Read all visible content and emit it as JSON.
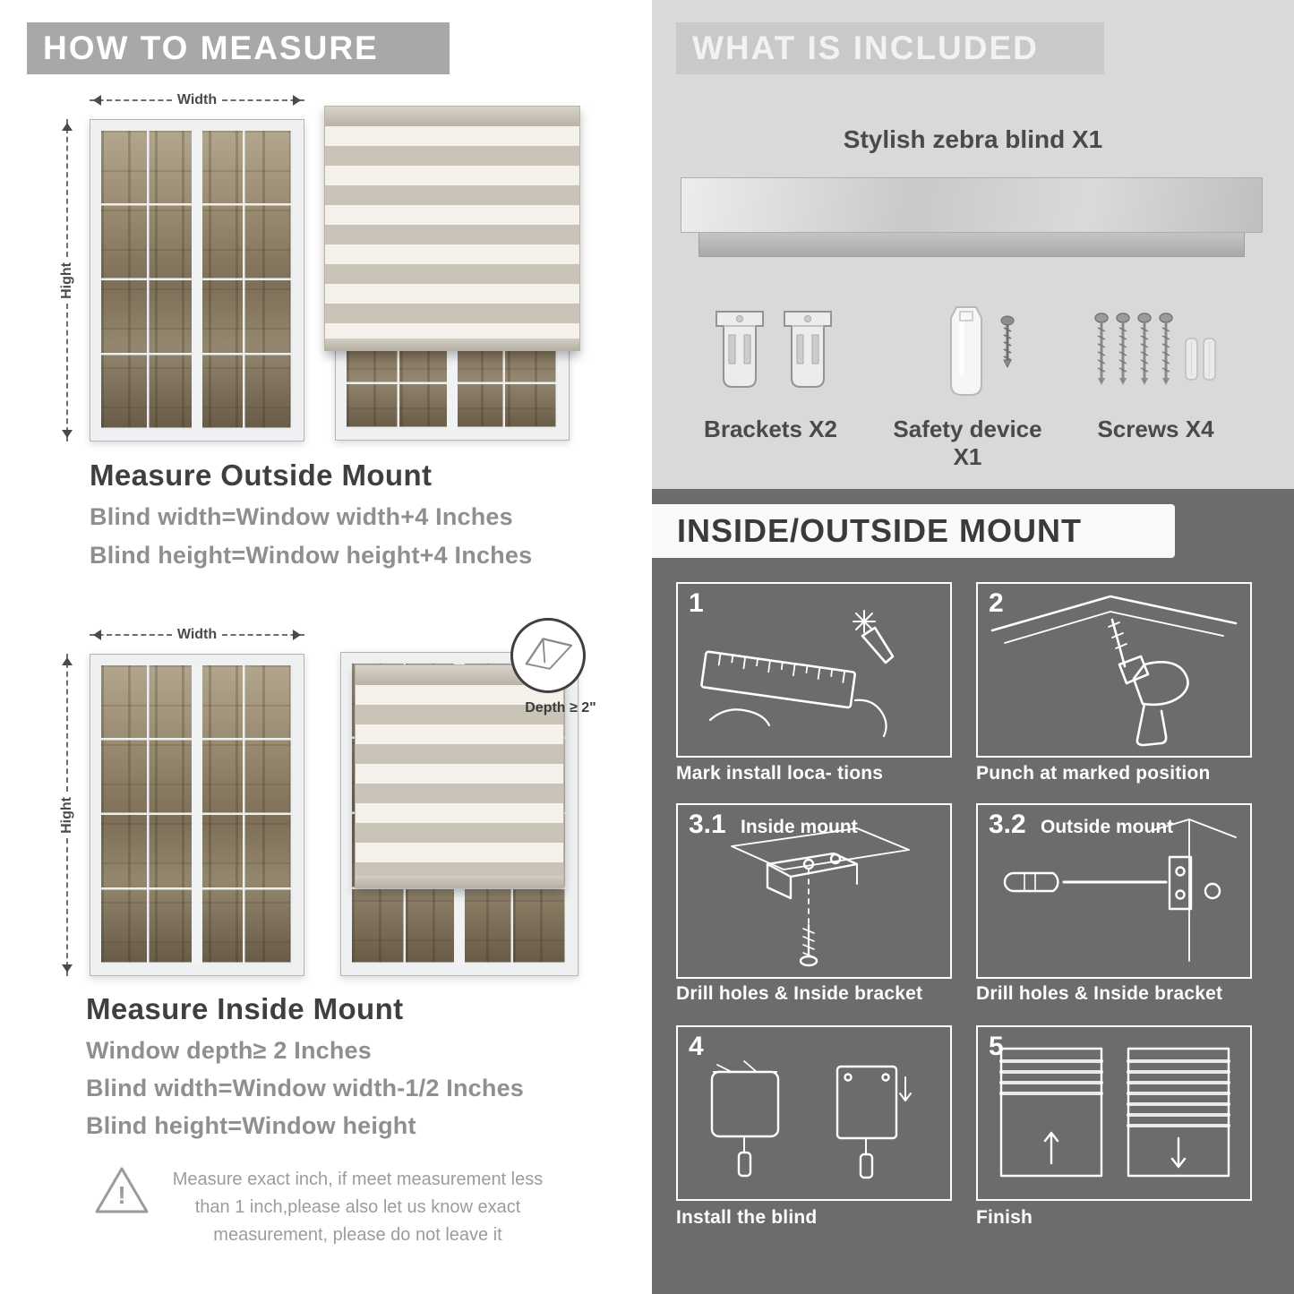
{
  "left": {
    "header": "HOW TO MEASURE",
    "measure": {
      "width_label": "Width",
      "height_label": "Hight"
    },
    "outside": {
      "title": "Measure Outside Mount",
      "line1": "Blind width=Window width+4 Inches",
      "line2": "Blind height=Window height+4 Inches"
    },
    "inside": {
      "title": "Measure Inside Mount",
      "depth_callout": "Depth ≥ 2\"",
      "line1": "Window depth≥ 2 Inches",
      "line2": "Blind width=Window width-1/2 Inches",
      "line3": "Blind height=Window height"
    },
    "warning": {
      "mark": "!",
      "text": "Measure exact inch, if meet measurement less than 1 inch,please also let us know exact measurement, please do not leave it"
    }
  },
  "right": {
    "included": {
      "header": "WHAT IS INCLUDED",
      "product": "Stylish zebra blind X1",
      "items": [
        "Brackets X2",
        "Safety device X1",
        "Screws X4"
      ]
    },
    "mount": {
      "header": "INSIDE/OUTSIDE MOUNT",
      "steps": [
        {
          "num": "1",
          "sub": "",
          "caption": "Mark install loca- tions"
        },
        {
          "num": "2",
          "sub": "",
          "caption": "Punch at  marked position"
        },
        {
          "num": "3.1",
          "sub": "Inside mount",
          "caption": "Drill holes &  Inside bracket"
        },
        {
          "num": "3.2",
          "sub": "Outside mount",
          "caption": "Drill holes &  Inside bracket"
        },
        {
          "num": "4",
          "sub": "",
          "caption": "Install the blind"
        },
        {
          "num": "5",
          "sub": "",
          "caption": "Finish"
        }
      ]
    }
  },
  "colors": {
    "left_header_bg": "#a8a8a8",
    "included_bg": "#d9d9d9",
    "included_header_bg": "#c9c9c9",
    "mount_bg": "#6c6c6c",
    "title_text": "#3f3f3f",
    "body_text": "#8f8f8f"
  }
}
